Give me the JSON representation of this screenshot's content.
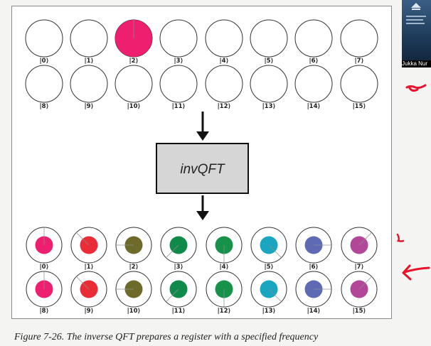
{
  "input_register": {
    "label_prefix": "|",
    "label_suffix": "⟩",
    "qubits": [
      {
        "label": "0",
        "magnitude": 0
      },
      {
        "label": "1",
        "magnitude": 0
      },
      {
        "label": "2",
        "magnitude": 1,
        "phase_deg": 0,
        "color": "#ee1f6e"
      },
      {
        "label": "3",
        "magnitude": 0
      },
      {
        "label": "4",
        "magnitude": 0
      },
      {
        "label": "5",
        "magnitude": 0
      },
      {
        "label": "6",
        "magnitude": 0
      },
      {
        "label": "7",
        "magnitude": 0
      },
      {
        "label": "8",
        "magnitude": 0
      },
      {
        "label": "9",
        "magnitude": 0
      },
      {
        "label": "10",
        "magnitude": 0
      },
      {
        "label": "11",
        "magnitude": 0
      },
      {
        "label": "12",
        "magnitude": 0
      },
      {
        "label": "13",
        "magnitude": 0
      },
      {
        "label": "14",
        "magnitude": 0
      },
      {
        "label": "15",
        "magnitude": 0
      }
    ]
  },
  "operation": {
    "label": "invQFT"
  },
  "output_register": {
    "qubits": [
      {
        "label": "0",
        "magnitude": 0.25,
        "phase_deg": 0,
        "color": "#ee1f6e"
      },
      {
        "label": "1",
        "magnitude": 0.25,
        "phase_deg": 45,
        "color": "#ea2c37"
      },
      {
        "label": "2",
        "magnitude": 0.25,
        "phase_deg": 90,
        "color": "#6e6b2a"
      },
      {
        "label": "3",
        "magnitude": 0.25,
        "phase_deg": 135,
        "color": "#0f8a49"
      },
      {
        "label": "4",
        "magnitude": 0.25,
        "phase_deg": 180,
        "color": "#16924a"
      },
      {
        "label": "5",
        "magnitude": 0.25,
        "phase_deg": 225,
        "color": "#1aa6c0"
      },
      {
        "label": "6",
        "magnitude": 0.25,
        "phase_deg": 270,
        "color": "#5e6bb4"
      },
      {
        "label": "7",
        "magnitude": 0.25,
        "phase_deg": 315,
        "color": "#b2479a"
      },
      {
        "label": "8",
        "magnitude": 0.25,
        "phase_deg": 0,
        "color": "#ee1f6e"
      },
      {
        "label": "9",
        "magnitude": 0.25,
        "phase_deg": 45,
        "color": "#ea2c37"
      },
      {
        "label": "10",
        "magnitude": 0.25,
        "phase_deg": 90,
        "color": "#6e6b2a"
      },
      {
        "label": "11",
        "magnitude": 0.25,
        "phase_deg": 135,
        "color": "#0f8a49"
      },
      {
        "label": "12",
        "magnitude": 0.25,
        "phase_deg": 180,
        "color": "#16924a"
      },
      {
        "label": "13",
        "magnitude": 0.25,
        "phase_deg": 225,
        "color": "#1aa6c0"
      },
      {
        "label": "14",
        "magnitude": 0.25,
        "phase_deg": 270,
        "color": "#5e6bb4"
      },
      {
        "label": "15",
        "magnitude": 0.25,
        "phase_deg": 315,
        "color": "#b2479a"
      }
    ]
  },
  "caption": "Figure 7-26. The inverse QFT prepares a register with a specified frequency",
  "video": {
    "presenter_name": "Jukka Nur"
  },
  "colors": {
    "annotation_ink": "#e8122a",
    "box_fill": "#d6d6d6",
    "ring": "#333333"
  }
}
